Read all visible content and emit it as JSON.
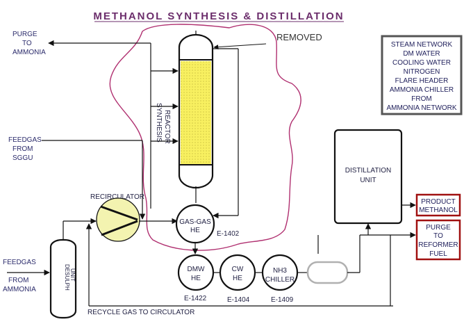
{
  "title": "METHANOL SYNTHESIS & DISTILLATION",
  "removed_label": "REMOVED",
  "streams": {
    "purge_ammonia": [
      "PURGE",
      "TO",
      "AMMONIA"
    ],
    "feedgas_sggu": [
      "FEEDGAS",
      "FROM",
      "SGGU"
    ],
    "feedgas_ammonia": [
      "FEEDGAS",
      "FROM",
      "AMMONIA"
    ],
    "recycle_gas": "RECYCLE GAS TO CIRCULATOR"
  },
  "equipment": {
    "synthesis_reactor": [
      "SYNTHESIS",
      "REACTOR"
    ],
    "recirculator": "RECIRCULATOR",
    "desulph_unit": [
      "DESULPH",
      "UNIT"
    ],
    "gas_gas_he": {
      "label": [
        "GAS-GAS",
        "HE"
      ],
      "tag": "E-1402"
    },
    "dmw_he": {
      "label": [
        "DMW",
        "HE"
      ],
      "tag": "E-1422"
    },
    "cw_he": {
      "label": [
        "CW",
        "HE"
      ],
      "tag": "E-1404"
    },
    "nh3_chiller": {
      "label": [
        "NH3",
        "CHILLER"
      ],
      "tag": "E-1409"
    },
    "distillation_unit": [
      "DISTILLATION",
      "UNIT"
    ]
  },
  "products": {
    "product_methanol": [
      "PRODUCT",
      "METHANOL"
    ],
    "purge_reformer": [
      "PURGE",
      "TO",
      "REFORMER",
      "FUEL"
    ]
  },
  "utilities": [
    "STEAM NETWORK",
    "DM WATER",
    "COOLING WATER",
    "NITROGEN",
    "FLARE HEADER",
    "AMMONIA CHILLER",
    "FROM",
    "AMMONIA NETWORK"
  ],
  "colors": {
    "title": "#6b2d6b",
    "removed_outline": "#b03070",
    "catalyst_fill": "#f8f060",
    "product_box": "#a01010",
    "utility_box": "#555555",
    "recirculator_fill": "#f3f3b0"
  }
}
